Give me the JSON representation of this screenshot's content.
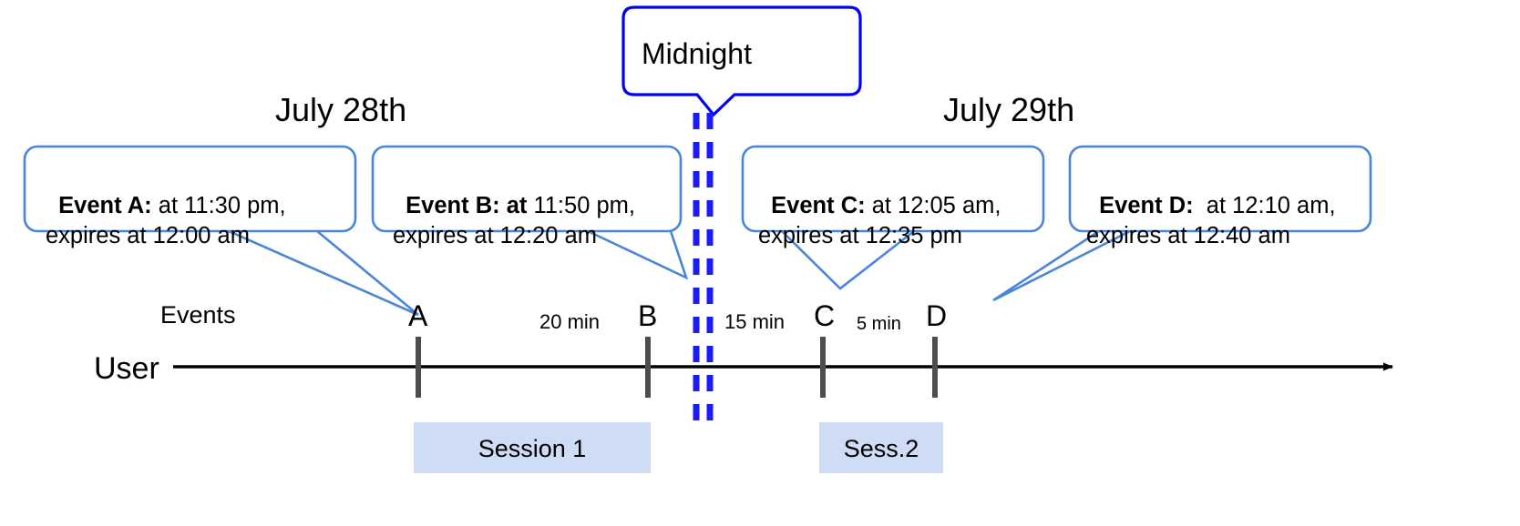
{
  "diagram": {
    "title_callout": {
      "label": "Midnight",
      "border_color": "#0000ff"
    },
    "day_labels": [
      {
        "name": "day-left",
        "label": "July 28th"
      },
      {
        "name": "day-right",
        "label": "July 29th"
      }
    ],
    "axis": {
      "row_label": "User",
      "events_label": "Events",
      "line_color": "#000000",
      "arrow": "right-arrow"
    },
    "divider": {
      "name": "midnight-divider",
      "color": "#0000ff",
      "style": "dashed-double"
    },
    "callouts": [
      {
        "id": "A",
        "bold": "Event A:",
        "rest": " at 11:30 pm,\nexpires at 12:00 am",
        "border_color": "#4a86d8"
      },
      {
        "id": "B",
        "bold": "Event B: at",
        "rest": " 11:50 pm,\nexpires at 12:20 am",
        "border_color": "#4a86d8"
      },
      {
        "id": "C",
        "bold": "Event C:",
        "rest": " at 12:05 am,\nexpires at 12:35 pm",
        "border_color": "#4a86d8"
      },
      {
        "id": "D",
        "bold": "Event D:",
        "rest": "  at 12:10 am,\nexpires at 12:40 am",
        "border_color": "#4a86d8"
      }
    ],
    "ticks": [
      {
        "id": "A",
        "label": "A"
      },
      {
        "id": "B",
        "label": "B"
      },
      {
        "id": "C",
        "label": "C"
      },
      {
        "id": "D",
        "label": "D"
      }
    ],
    "gaps": [
      {
        "id": "ab",
        "label": "20 min"
      },
      {
        "id": "bc",
        "label": "15 min"
      },
      {
        "id": "cd",
        "label": "5 min"
      }
    ],
    "sessions": [
      {
        "id": "1",
        "label": "Session 1",
        "color": "#cfdcf5"
      },
      {
        "id": "2",
        "label": "Sess.2",
        "color": "#cfdcf5"
      }
    ]
  }
}
